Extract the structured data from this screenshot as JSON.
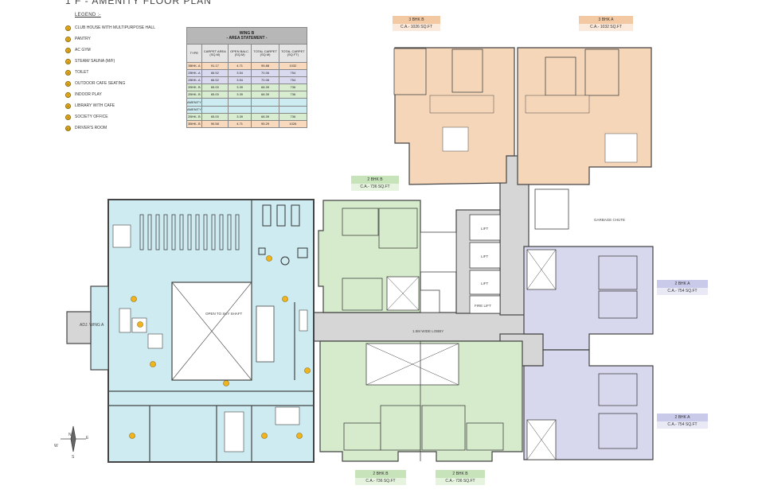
{
  "header": {
    "title": "1 F - AMENITY FLOOR PLAN"
  },
  "legend": {
    "heading": "LEGEND :-",
    "items": [
      {
        "num": "1",
        "label": "CLUB HOUSE WITH MULTIPURPOSE HALL"
      },
      {
        "num": "2",
        "label": "PANTRY"
      },
      {
        "num": "3",
        "label": "AC GYM"
      },
      {
        "num": "4",
        "label": "STEAM/ SAUNA (M/F)"
      },
      {
        "num": "5",
        "label": "TOILET"
      },
      {
        "num": "6",
        "label": "OUTDOOR CAFE SEATING"
      },
      {
        "num": "7",
        "label": "INDOOR PLAY"
      },
      {
        "num": "8",
        "label": "LIBRARY WITH CAFE"
      },
      {
        "num": "9",
        "label": "SOCIETY OFFICE"
      },
      {
        "num": "10",
        "label": "DRIVER'S ROOM"
      }
    ],
    "accent": "#f2b41c"
  },
  "area_table": {
    "wing": "WING B",
    "title": "AREA STATEMENT",
    "headers": [
      "TYPE",
      "CARPET AREA (SQ.M)",
      "OPEN BALC. (SQ.M)",
      "TOTAL CARPET (SQ.M)",
      "TOTAL CARPET (SQ.FT)"
    ],
    "rows": [
      [
        "3BHK- A",
        "91.17",
        "4.71",
        "95.88",
        "1032"
      ],
      [
        "2BHK- A",
        "66.52",
        "3.54",
        "70.06",
        "754"
      ],
      [
        "2BHK- A",
        "66.52",
        "3.54",
        "70.06",
        "754"
      ],
      [
        "2BHK- B",
        "65.00",
        "3.39",
        "68.39",
        "736"
      ],
      [
        "2BHK- B",
        "65.00",
        "3.39",
        "68.39",
        "736"
      ],
      [
        "AMENITY",
        "",
        "",
        "",
        ""
      ],
      [
        "AMENITY",
        "",
        "",
        "",
        ""
      ],
      [
        "2BHK- B",
        "65.00",
        "3.39",
        "68.39",
        "736"
      ],
      [
        "3BHK- B",
        "90.58",
        "4.71",
        "95.29",
        "1026"
      ]
    ]
  },
  "unit_labels": {
    "b3b": {
      "type": "3 BHK B",
      "area": "C.A.- 1026 SQ.FT"
    },
    "b3a": {
      "type": "3 BHK A",
      "area": "C.A.- 1032 SQ.FT"
    },
    "b2b_top": {
      "type": "2 BHK B",
      "area": "C.A.- 736 SQ.FT"
    },
    "b2a_1": {
      "type": "2 BHK A",
      "area": "C.A.- 754 SQ.FT"
    },
    "b2a_2": {
      "type": "2 BHK A",
      "area": "C.A.- 754 SQ.FT"
    },
    "b2b_1": {
      "type": "2 BHK B",
      "area": "C.A.- 736 SQ.FT"
    },
    "b2b_2": {
      "type": "2 BHK B",
      "area": "C.A.- 736 SQ.FT"
    }
  },
  "plan": {
    "adj_wing": "ADJ. WING A",
    "lobby": "1.5M WIDE LOBBY",
    "open_shaft": "OPEN TO SKY SHAFT",
    "lift": "LIFT",
    "fire_lift": "FIRE LIFT",
    "garbage_chute": "GARBAGE CHUTE",
    "compass_n": "N",
    "compass_s": "S",
    "compass_e": "E",
    "compass_w": "W"
  },
  "colors": {
    "amenity": "#cdebf0",
    "unit_peach": "#f6d6b9",
    "unit_green": "#d5ebcb",
    "unit_blue": "#d7d7ee",
    "core": "#d6d6d6",
    "wall": "#444444"
  }
}
